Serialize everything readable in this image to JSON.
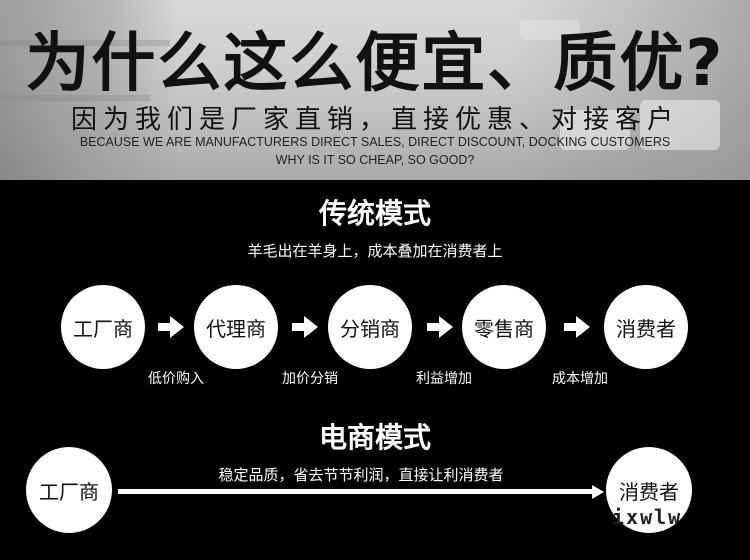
{
  "banner": {
    "title": "为什么这么便宜、质优?",
    "subtitle_cn": "因为我们是厂家直销，直接优惠、对接客户",
    "subtitle_en_1": "BECAUSE WE ARE MANUFACTURERS DIRECT SALES, DIRECT DISCOUNT, DOCKING CUSTOMERS",
    "subtitle_en_2": "WHY IS IT SO CHEAP, SO GOOD?"
  },
  "traditional": {
    "title": "传统模式",
    "description": "羊毛出在羊身上，成本叠加在消费者上",
    "nodes": [
      "工厂商",
      "代理商",
      "分销商",
      "零售商",
      "消费者"
    ],
    "steps": [
      "低价购入",
      "加价分销",
      "利益增加",
      "成本增加"
    ]
  },
  "ecommerce": {
    "title": "电商模式",
    "description": "稳定品质，省去节节利润，直接让利消费者",
    "from_node": "工厂商",
    "to_node": "消费者"
  },
  "watermark": "ixwlw"
}
